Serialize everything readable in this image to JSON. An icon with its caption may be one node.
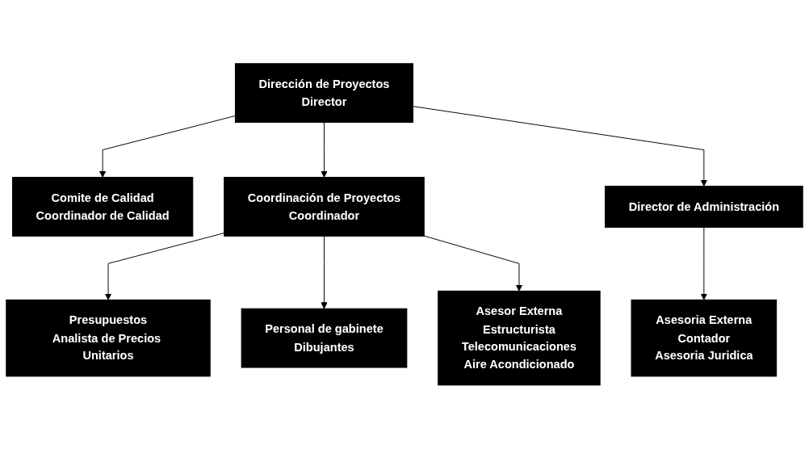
{
  "diagram": {
    "nodes": [
      {
        "text": [
          "Dirección de Proyectos",
          "Director"
        ]
      },
      {
        "text": [
          "Comite de Calidad",
          "Coordinador de Calidad"
        ]
      },
      {
        "text": [
          "Director de Administración"
        ]
      },
      {
        "text": [
          "Coordinación de Proyectos",
          "Coordinador"
        ]
      },
      {
        "text": [
          "Asesoria Externa",
          "Contador",
          "Asesoria Juridica"
        ]
      },
      {
        "text": [
          "Presupuestos",
          "Analista de Precios Unitarios"
        ]
      },
      {
        "text": [
          "Personal de gabinete",
          "Dibujantes"
        ]
      },
      {
        "text": [
          "Asesor Externa",
          "Estructurista",
          "Telecomunicaciones",
          "Aire Acondicionado"
        ]
      }
    ],
    "edges": [
      {
        "from": 0,
        "to": 1,
        "arrow": "to"
      },
      {
        "from": 0,
        "to": 3,
        "arrow": "to"
      },
      {
        "from": 0,
        "to": 2,
        "arrow": "to"
      },
      {
        "from": 2,
        "to": 4,
        "arrow": "to"
      },
      {
        "from": 3,
        "to": 5,
        "arrow": "to"
      },
      {
        "from": 3,
        "to": 6,
        "arrow": "to"
      },
      {
        "from": 3,
        "to": 7,
        "arrow": "to"
      }
    ]
  }
}
